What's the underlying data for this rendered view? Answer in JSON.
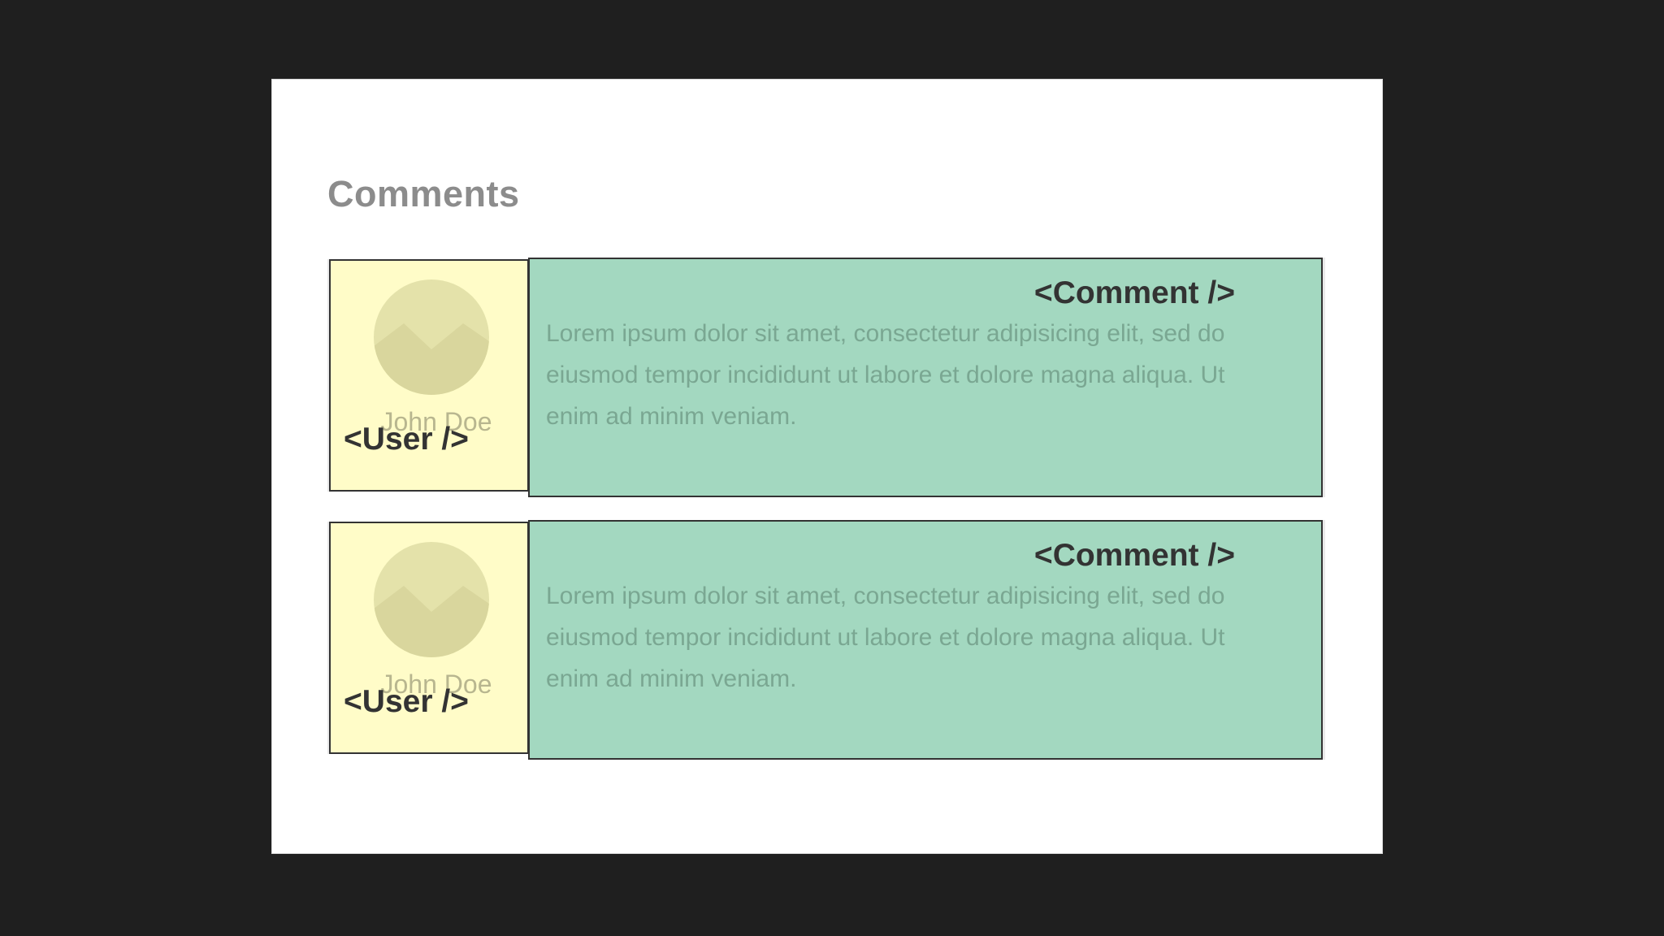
{
  "slide": {
    "title": "Comments"
  },
  "comments": [
    {
      "user_name": "John Doe",
      "user_tag": "<User />",
      "comment_tag": "<Comment />",
      "text": "Lorem ipsum dolor sit amet, consectetur adipisicing elit, sed do eiusmod tempor incididunt ut labore et dolore magna aliqua. Ut enim ad minim veniam."
    },
    {
      "user_name": "John Doe",
      "user_tag": "<User />",
      "comment_tag": "<Comment />",
      "text": "Lorem ipsum dolor sit amet, consectetur adipisicing elit, sed do eiusmod tempor incididunt ut labore et dolore magna aliqua. Ut enim ad minim veniam."
    }
  ],
  "colors": {
    "background": "#1f1f1f",
    "slide": "#ffffff",
    "user_component": "#fffcc8",
    "comment_component": "#a3d8c0",
    "outline": "#333333",
    "title": "#8c8c8c"
  },
  "icons": {
    "avatar": "avatar-placeholder-icon"
  }
}
